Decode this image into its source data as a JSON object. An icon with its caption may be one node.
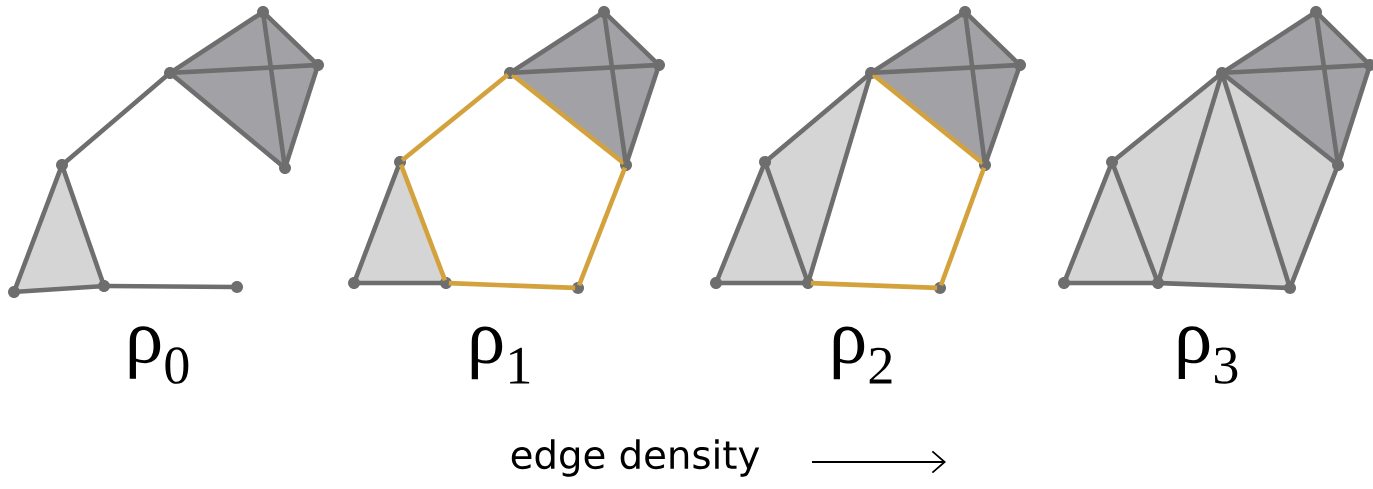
{
  "diagram": {
    "nodes": [
      {
        "text": [],
        "shape": "circle"
      },
      {
        "text": [],
        "shape": "circle"
      },
      {
        "text": [],
        "shape": "circle"
      },
      {
        "text": [],
        "shape": "circle"
      },
      {
        "text": [],
        "shape": "circle"
      },
      {
        "text": [],
        "shape": "circle"
      },
      {
        "text": [],
        "shape": "circle"
      },
      {
        "text": [],
        "shape": "circle"
      },
      {
        "text": [],
        "shape": "circle"
      },
      {
        "text": [],
        "shape": "circle"
      },
      {
        "text": [],
        "shape": "circle"
      },
      {
        "text": [],
        "shape": "circle"
      },
      {
        "text": [],
        "shape": "circle"
      },
      {
        "text": [],
        "shape": "circle"
      },
      {
        "text": [],
        "shape": "circle"
      },
      {
        "text": [],
        "shape": "circle"
      },
      {
        "text": [],
        "shape": "circle"
      },
      {
        "text": [],
        "shape": "circle"
      },
      {
        "text": [],
        "shape": "circle"
      },
      {
        "text": [],
        "shape": "circle"
      },
      {
        "text": [],
        "shape": "circle"
      },
      {
        "text": [],
        "shape": "circle"
      },
      {
        "text": [],
        "shape": "circle"
      },
      {
        "text": [],
        "shape": "circle"
      },
      {
        "text": [],
        "shape": "circle"
      },
      {
        "text": [],
        "shape": "circle"
      },
      {
        "text": [],
        "shape": "circle"
      },
      {
        "text": [],
        "shape": "circle"
      },
      {
        "text": [],
        "shape": "circle"
      },
      {
        "text": [],
        "shape": "circle"
      },
      {
        "text": [],
        "shape": "circle"
      },
      {
        "text": [],
        "shape": "circle"
      }
    ],
    "edges": [
      {
        "from": 1,
        "to": 0,
        "arrow": "none"
      },
      {
        "from": 0,
        "to": 2,
        "arrow": "none"
      },
      {
        "from": 2,
        "to": 3,
        "arrow": "none"
      },
      {
        "from": 3,
        "to": 1,
        "arrow": "none"
      },
      {
        "from": 1,
        "to": 2,
        "arrow": "none"
      },
      {
        "from": 0,
        "to": 3,
        "arrow": "none"
      },
      {
        "from": 1,
        "to": 4,
        "arrow": "none"
      },
      {
        "from": 4,
        "to": 5,
        "arrow": "none"
      },
      {
        "from": 5,
        "to": 6,
        "arrow": "none"
      },
      {
        "from": 4,
        "to": 6,
        "arrow": "none"
      },
      {
        "from": 6,
        "to": 7,
        "arrow": "none"
      },
      {
        "from": 9,
        "to": 8,
        "arrow": "none"
      },
      {
        "from": 8,
        "to": 10,
        "arrow": "none"
      },
      {
        "from": 10,
        "to": 11,
        "arrow": "none"
      },
      {
        "from": 9,
        "to": 11,
        "arrow": "none",
        "color": "#d4a23c"
      },
      {
        "from": 9,
        "to": 10,
        "arrow": "none"
      },
      {
        "from": 8,
        "to": 11,
        "arrow": "none"
      },
      {
        "from": 9,
        "to": 12,
        "arrow": "none",
        "color": "#d4a23c"
      },
      {
        "from": 12,
        "to": 13,
        "arrow": "none"
      },
      {
        "from": 13,
        "to": 14,
        "arrow": "none"
      },
      {
        "from": 12,
        "to": 14,
        "arrow": "none",
        "color": "#d4a23c"
      },
      {
        "from": 14,
        "to": 15,
        "arrow": "none",
        "color": "#d4a23c"
      },
      {
        "from": 15,
        "to": 11,
        "arrow": "none",
        "color": "#d4a23c"
      },
      {
        "from": 17,
        "to": 16,
        "arrow": "none"
      },
      {
        "from": 16,
        "to": 18,
        "arrow": "none"
      },
      {
        "from": 18,
        "to": 19,
        "arrow": "none"
      },
      {
        "from": 17,
        "to": 19,
        "arrow": "none",
        "color": "#d4a23c"
      },
      {
        "from": 17,
        "to": 18,
        "arrow": "none"
      },
      {
        "from": 16,
        "to": 19,
        "arrow": "none"
      },
      {
        "from": 17,
        "to": 20,
        "arrow": "none"
      },
      {
        "from": 20,
        "to": 21,
        "arrow": "none"
      },
      {
        "from": 21,
        "to": 22,
        "arrow": "none"
      },
      {
        "from": 20,
        "to": 22,
        "arrow": "none"
      },
      {
        "from": 17,
        "to": 22,
        "arrow": "none"
      },
      {
        "from": 22,
        "to": 23,
        "arrow": "none",
        "color": "#d4a23c"
      },
      {
        "from": 23,
        "to": 19,
        "arrow": "none",
        "color": "#d4a23c"
      },
      {
        "from": 25,
        "to": 24,
        "arrow": "none"
      },
      {
        "from": 24,
        "to": 26,
        "arrow": "none"
      },
      {
        "from": 26,
        "to": 27,
        "arrow": "none"
      },
      {
        "from": 25,
        "to": 27,
        "arrow": "none"
      },
      {
        "from": 25,
        "to": 26,
        "arrow": "none"
      },
      {
        "from": 24,
        "to": 27,
        "arrow": "none"
      },
      {
        "from": 25,
        "to": 28,
        "arrow": "none"
      },
      {
        "from": 28,
        "to": 29,
        "arrow": "none"
      },
      {
        "from": 29,
        "to": 30,
        "arrow": "none"
      },
      {
        "from": 28,
        "to": 30,
        "arrow": "none"
      },
      {
        "from": 25,
        "to": 30,
        "arrow": "none"
      },
      {
        "from": 30,
        "to": 31,
        "arrow": "none"
      },
      {
        "from": 31,
        "to": 27,
        "arrow": "none"
      },
      {
        "from": 25,
        "to": 31,
        "arrow": "none"
      }
    ],
    "labels": [
      "ρ$_{0}$",
      "ρ$_{1}$",
      "ρ$_{2}$",
      "ρ$_{3}$",
      "edge density"
    ]
  }
}
